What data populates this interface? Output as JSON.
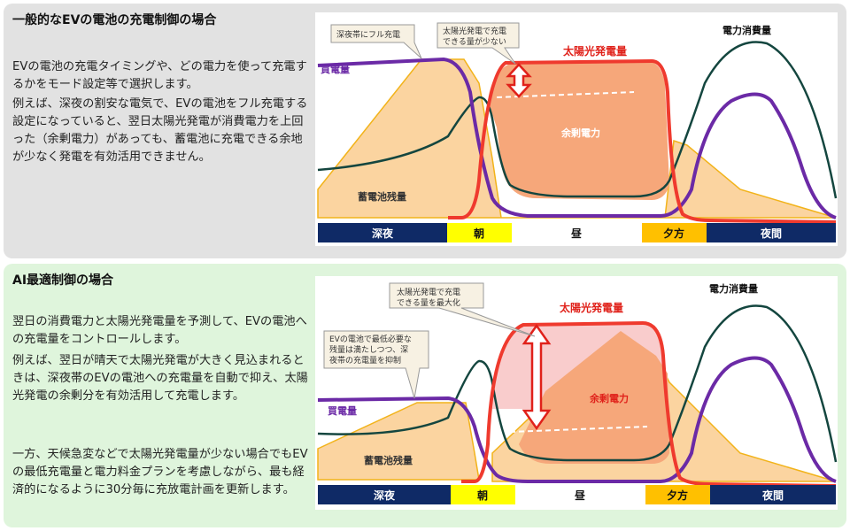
{
  "colors": {
    "buy_line": "#6b2aa6",
    "solar_line": "#ef3a2e",
    "consumption_line": "#14463f",
    "battery_fill": "#fbd4a0",
    "battery_edge": "#f2b31a",
    "surplus_fill": "#f6a77a",
    "night_band": "#0f2a66",
    "morning_band": "#ffff00",
    "evening_band": "#ffc000",
    "top_panel_bg": "#e2e2e2",
    "bottom_panel_bg": "#dff5dc"
  },
  "top": {
    "title": "一般的なEVの電池の充電制御の場合",
    "paragraphs": [
      "EVの電池の充電タイミングや、どの電力を使って充電するかをモード設定等で選択します。",
      "例えば、深夜の割安な電気で、EVの電池をフル充電する設定になっていると、翌日太陽光発電が消費電力を上回った（余剰電力）があっても、蓄電池に充電できる余地が少なく発電を有効活用できません。"
    ],
    "diagram": {
      "callout_left": "深夜帯にフル充電",
      "callout_mid": [
        "太陽光発電で充電",
        "できる量が少ない"
      ],
      "label_buy": "買電量",
      "label_consumption": "電力消費量",
      "label_solar": "太陽光発電量",
      "label_surplus": "余剰電力",
      "label_battery": "蓄電池残量",
      "time_bands": [
        "深夜",
        "朝",
        "昼",
        "夕方",
        "夜間"
      ]
    }
  },
  "bottom": {
    "title": "AI最適制御の場合",
    "paragraphs": [
      "翌日の消費電力と太陽光発電量を予測して、EVの電池への充電量をコントロールします。",
      "例えば、翌日が晴天で太陽光発電が大きく見込まれるときは、深夜帯のEVの電池への充電量を自動で抑え、太陽光発電の余剰分を有効活用して充電します。",
      "一方、天候急変などで太陽光発電量が少ない場合でもEVの最低充電量と電力料金プランを考慮しながら、最も経済的になるように30分毎に充放電計画を更新します。"
    ],
    "diagram": {
      "callout_top": [
        "太陽光発電で充電",
        "できる量を最大化"
      ],
      "callout_left": [
        "EVの電池で最低必要な",
        "残量は満たしつつ、深",
        "夜帯の充電量を抑制"
      ],
      "label_buy": "買電量",
      "label_consumption": "電力消費量",
      "label_solar": "太陽光発電量",
      "label_surplus": "余剰電力",
      "label_battery": "蓄電池残量",
      "time_bands": [
        "深夜",
        "朝",
        "昼",
        "夕方",
        "夜間"
      ]
    }
  }
}
